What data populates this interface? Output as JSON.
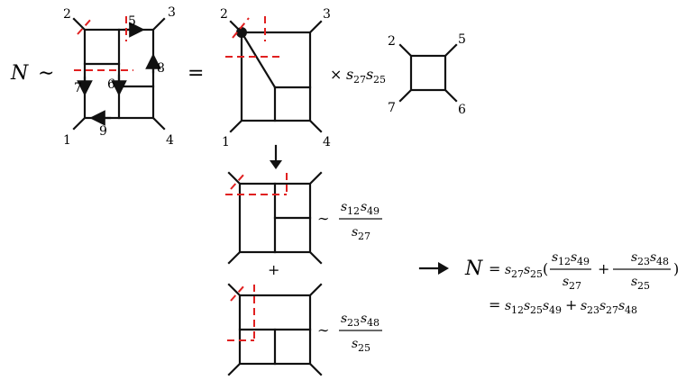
{
  "diagram": {
    "lhs_symbol": "N",
    "sim": "∼",
    "equals": "=",
    "times": "×",
    "plus": "+",
    "arrow": "⟶",
    "leg_labels": {
      "l1": "1",
      "l2": "2",
      "l3": "3",
      "l4": "4",
      "l5": "5",
      "l6": "6",
      "l7": "7",
      "l8": "8",
      "l9": "9"
    },
    "box_labels": {
      "b2": "2",
      "b5": "5",
      "b6": "6",
      "b7": "7"
    },
    "factor": {
      "s1": "s",
      "i1": "27",
      "s2": "s",
      "i2": "25"
    },
    "frac1": {
      "num_s1": "s",
      "num_i1": "12",
      "num_s2": "s",
      "num_i2": "49",
      "den_s": "s",
      "den_i": "27"
    },
    "frac2": {
      "num_s1": "s",
      "num_i1": "23",
      "num_s2": "s",
      "num_i2": "48",
      "den_s": "s",
      "den_i": "25"
    },
    "result": {
      "N": "N",
      "eq": "=",
      "pre": "s",
      "pre_i1": "27",
      "pre_s2": "s",
      "pre_i2": "25",
      "open": "(",
      "close": ")",
      "plus": "+",
      "line2_eq": "=",
      "t1_s": "s",
      "t1_i1": "12",
      "t1_s2": "s",
      "t1_i2": "25",
      "t1_s3": "s",
      "t1_i3": "49",
      "t2_s": "s",
      "t2_i1": "23",
      "t2_s2": "s",
      "t2_i2": "27",
      "t2_s3": "s",
      "t2_i3": "48"
    }
  }
}
